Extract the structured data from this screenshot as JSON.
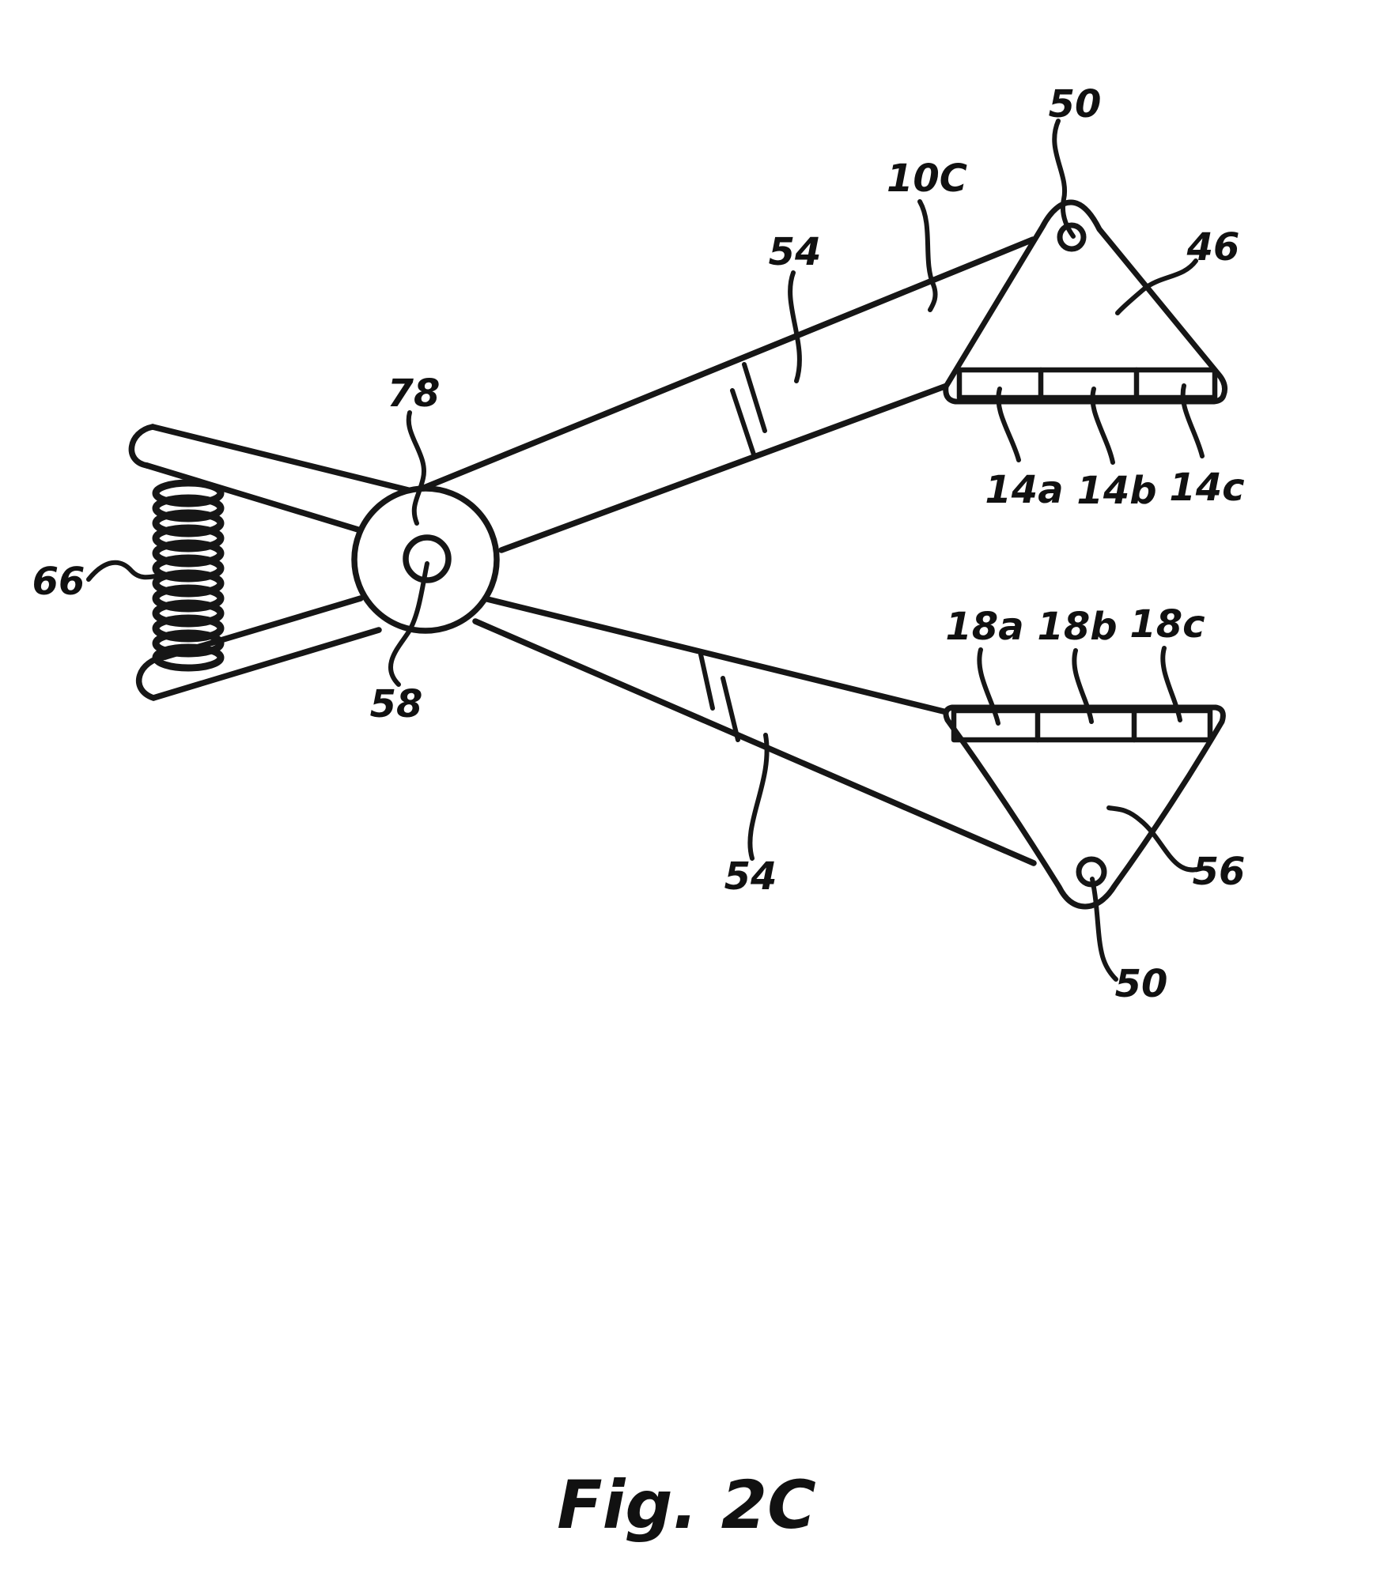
{
  "figure": {
    "caption": "Fig. 2C",
    "ink_color": "#161616",
    "background_color": "#ffffff",
    "reference_labels": {
      "hole_top": "50",
      "instrument": "10C",
      "arm_upper": "54",
      "plate_upper": "46",
      "pivot_boss": "78",
      "spring": "66",
      "pivot_hole": "58",
      "electrodes_upper": [
        "14a",
        "14b",
        "14c"
      ],
      "electrodes_lower": [
        "18a",
        "18b",
        "18c"
      ],
      "arm_lower": "54",
      "plate_lower": "56",
      "hole_bottom": "50"
    }
  }
}
